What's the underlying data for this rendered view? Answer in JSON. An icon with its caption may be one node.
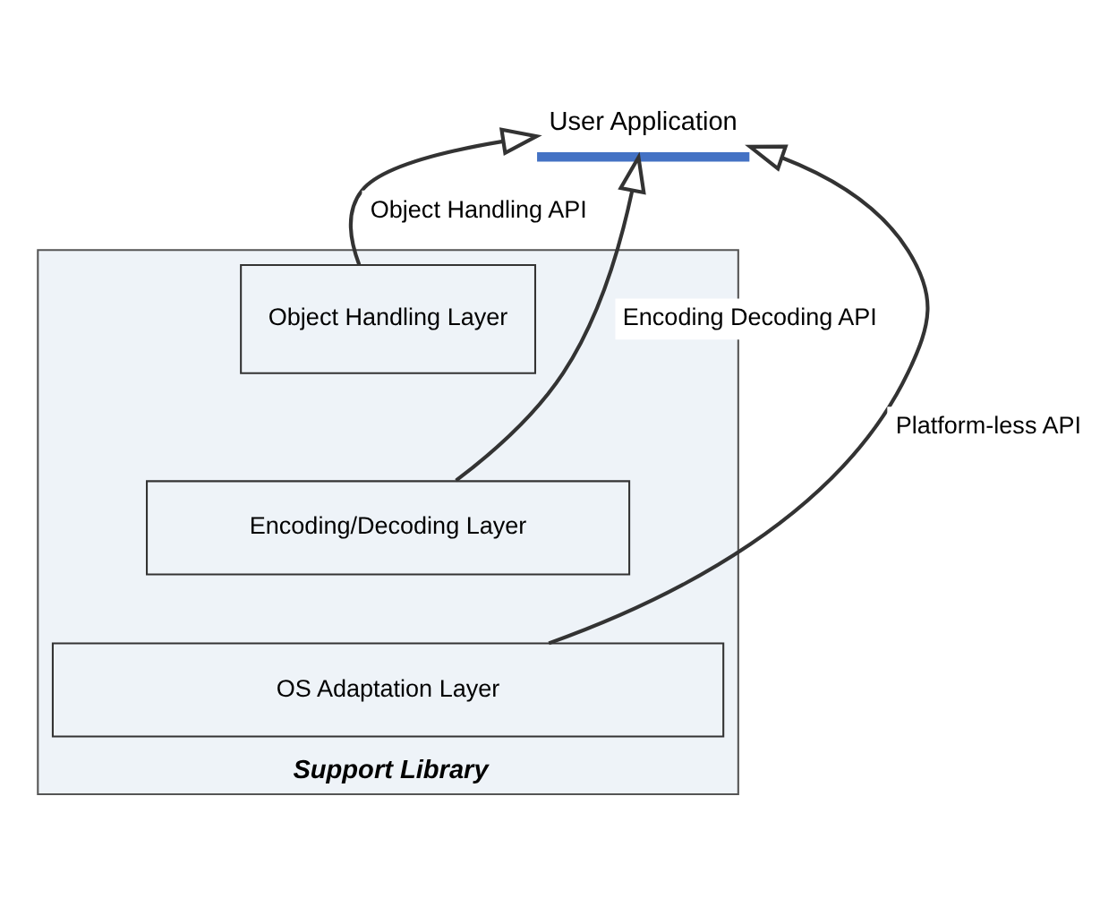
{
  "diagram": {
    "nodes": [
      {
        "text": [
          "User Application"
        ]
      },
      {
        "text": [
          "Support Library"
        ]
      },
      {
        "text": [
          "Object Handling Layer"
        ],
        "in": 1
      },
      {
        "text": [
          "Encoding/Decoding Layer"
        ],
        "in": 1
      },
      {
        "text": [
          "OS Adaptation Layer"
        ],
        "in": 1
      }
    ],
    "edges": [
      {
        "from": 2,
        "to": 0,
        "arrow": "to",
        "label": "Object Handling API"
      },
      {
        "from": 3,
        "to": 0,
        "arrow": "to",
        "label": "Encoding Decoding API"
      },
      {
        "from": 4,
        "to": 0,
        "arrow": "to",
        "label": "Platform-less API"
      }
    ]
  }
}
